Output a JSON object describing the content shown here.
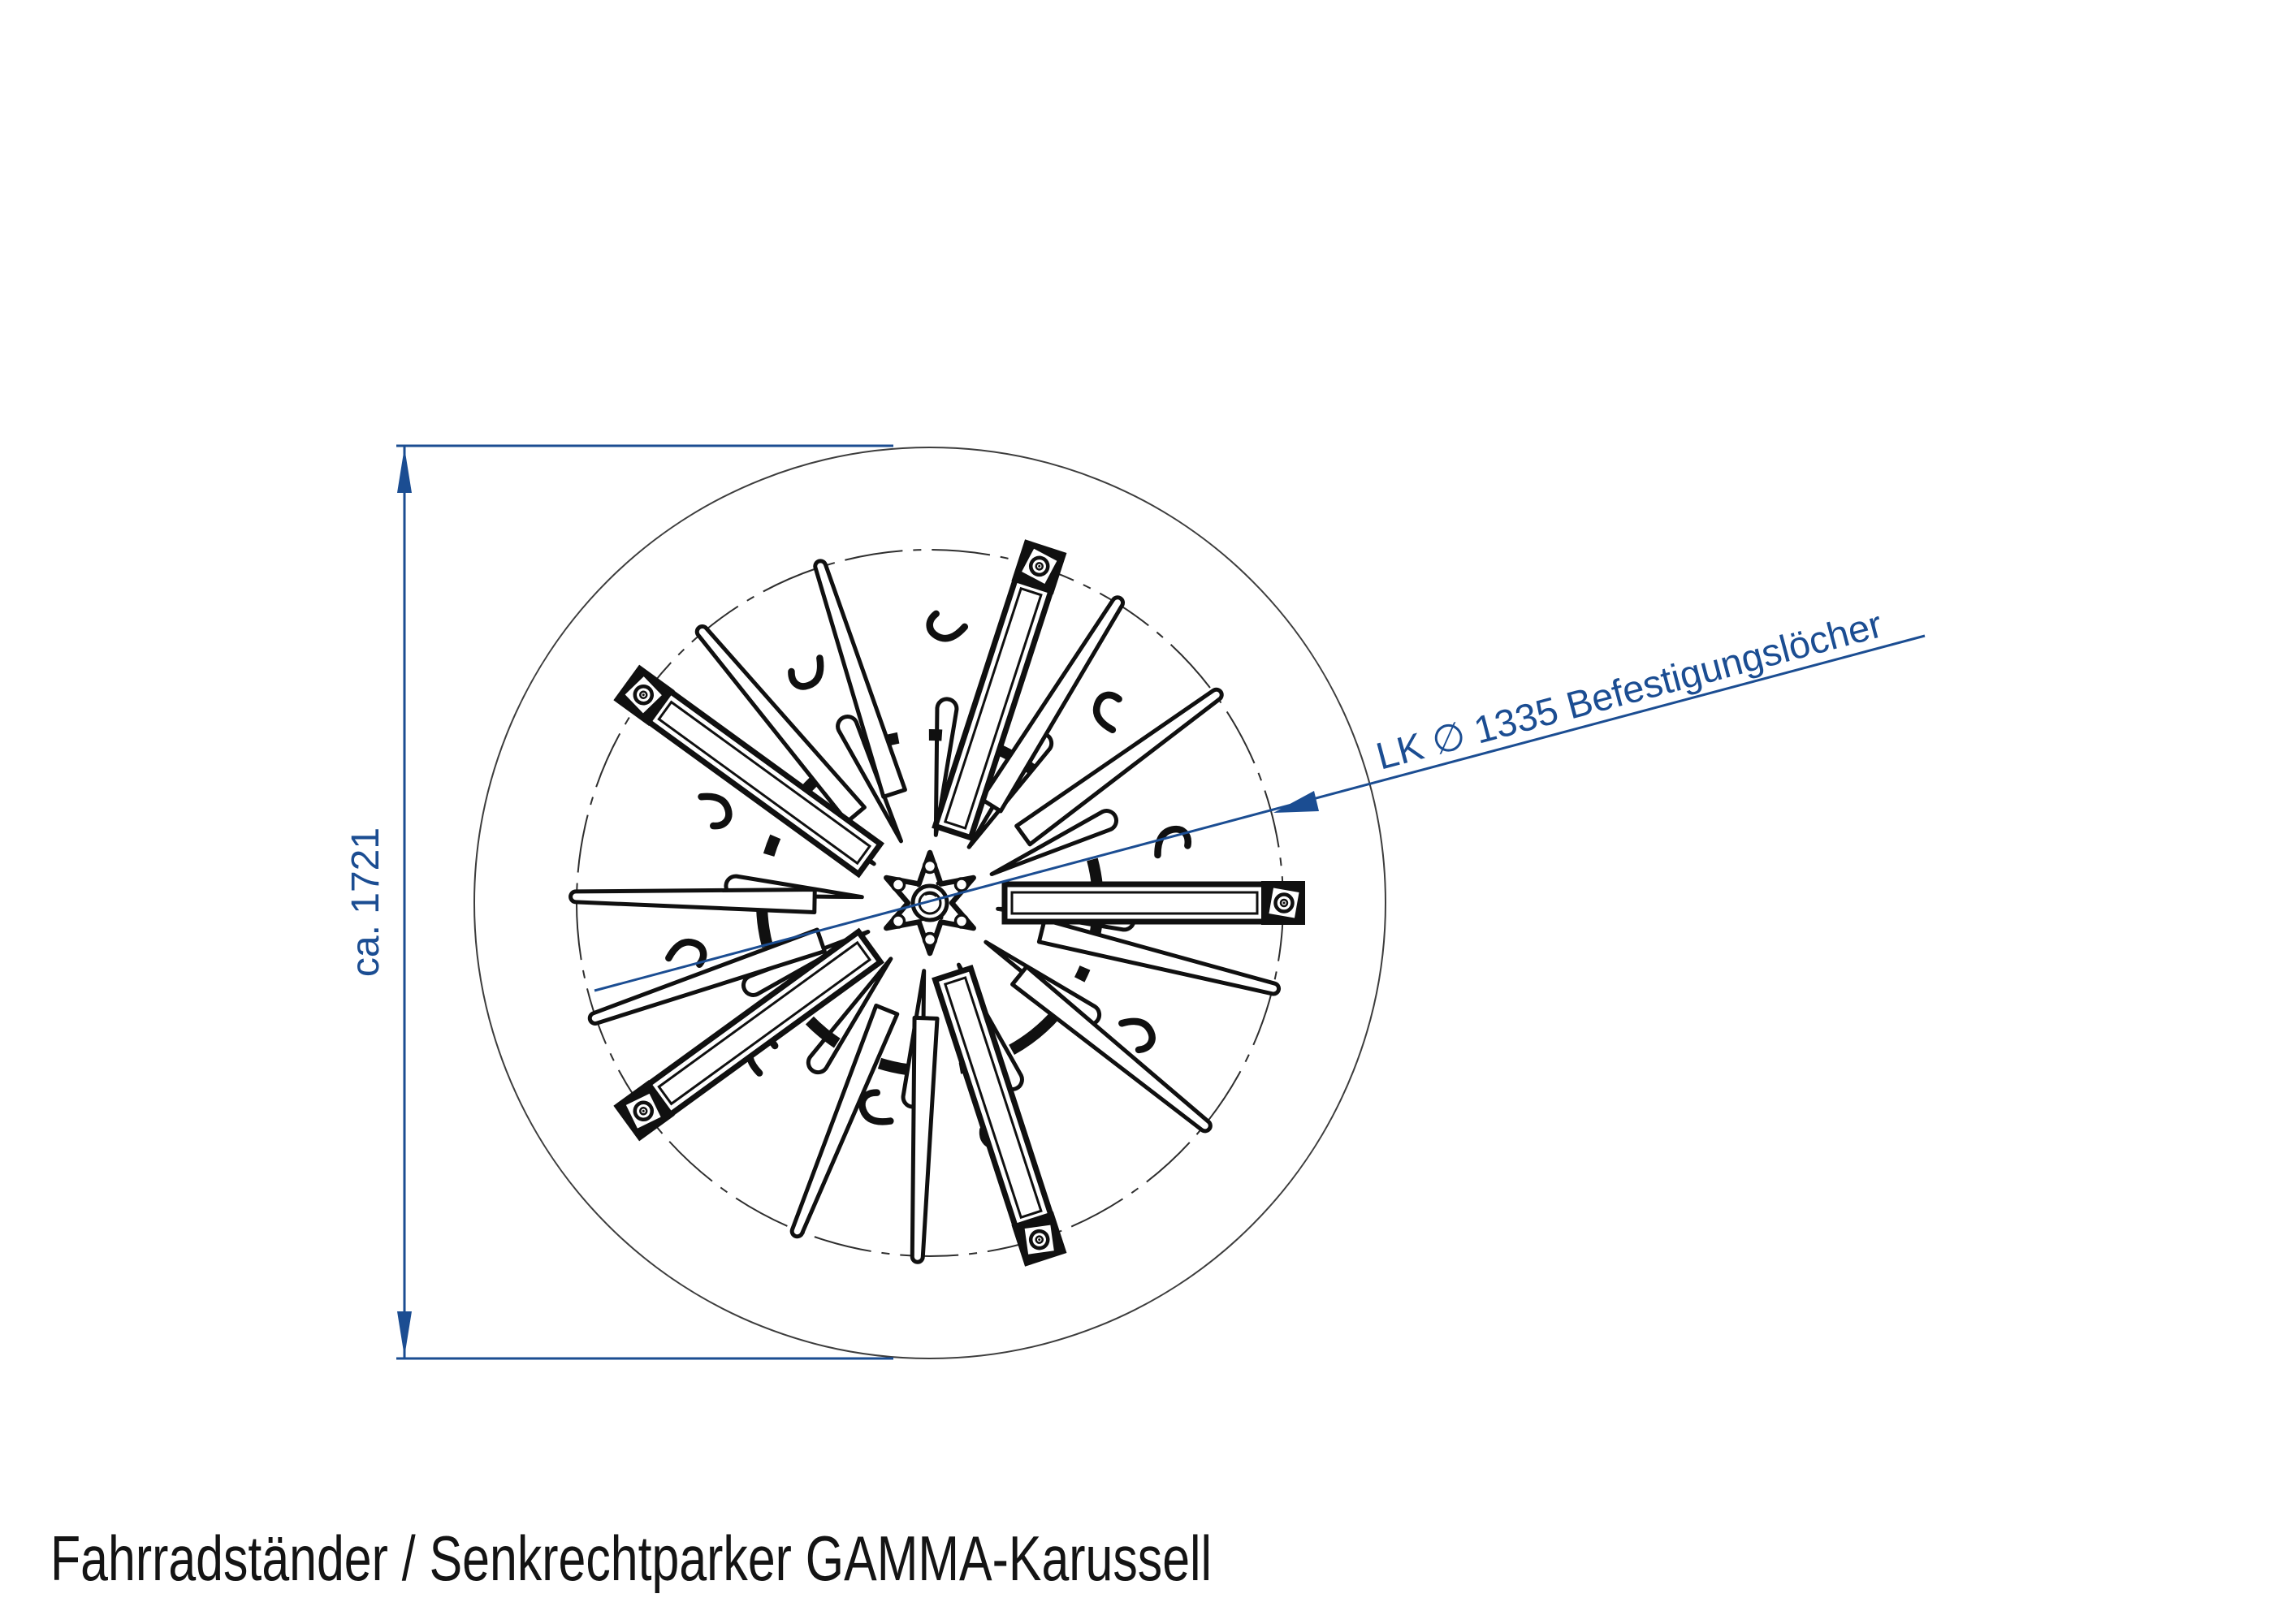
{
  "page": {
    "background_color": "#ffffff"
  },
  "annotations": {
    "color": "#1b4d92",
    "vertical_dimension": {
      "label": "ca. 1721"
    },
    "leader_callout": {
      "label": "LK ∅ 1335 Befestigungslöcher"
    }
  },
  "drawing": {
    "line_color": "#101010",
    "thin_circle_color": "#3d3d3d"
  },
  "title_block": {
    "label": "Fahrradständer / Senkrechtparker GAMMA-Karussell"
  }
}
